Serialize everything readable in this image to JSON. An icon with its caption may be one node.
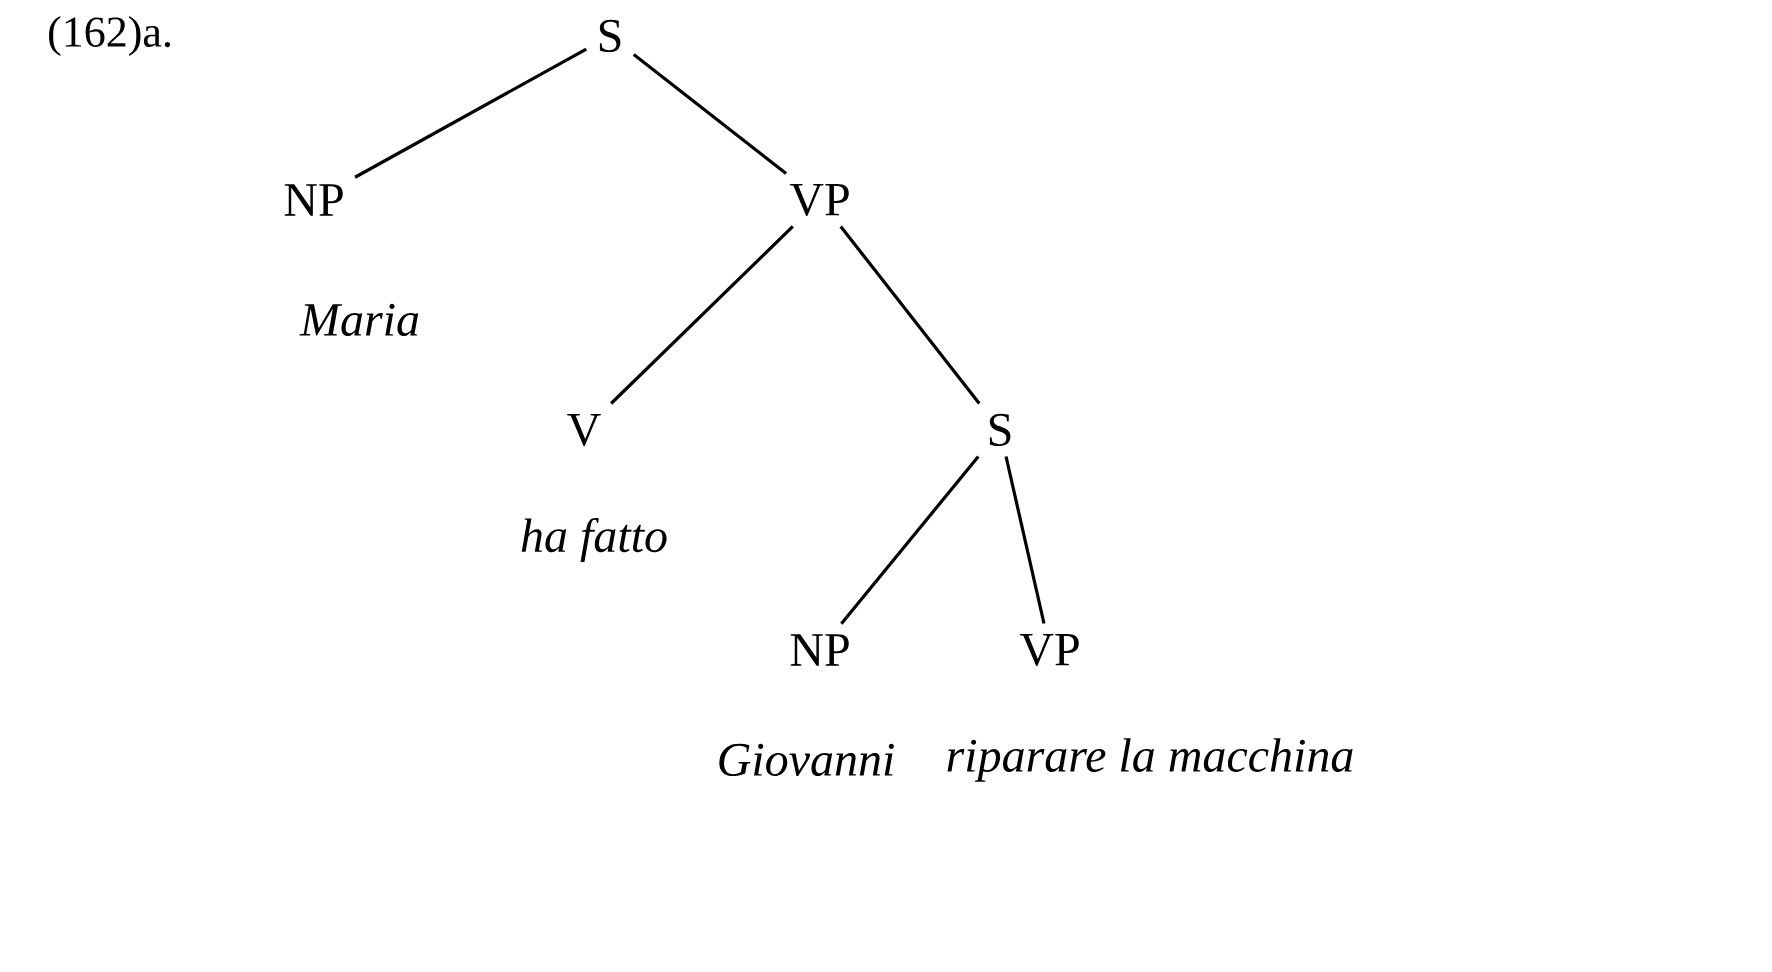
{
  "diagram": {
    "nodes": [
      {
        "text": [
          "S"
        ]
      },
      {
        "text": [
          "NP"
        ],
        "beside": [
          "Maria"
        ]
      },
      {
        "text": [
          "VP"
        ]
      },
      {
        "text": [
          "V"
        ],
        "beside": [
          "ha fatto"
        ]
      },
      {
        "text": [
          "S"
        ]
      },
      {
        "text": [
          "NP"
        ],
        "beside": [
          "Giovanni"
        ]
      },
      {
        "text": [
          "VP"
        ],
        "beside": [
          "riparare la macchina"
        ]
      }
    ],
    "edges": [
      {
        "from": 0,
        "to": 1,
        "arrow": "none"
      },
      {
        "from": 0,
        "to": 2,
        "arrow": "none"
      },
      {
        "from": 2,
        "to": 3,
        "arrow": "none"
      },
      {
        "from": 2,
        "to": 4,
        "arrow": "none"
      },
      {
        "from": 4,
        "to": 5,
        "arrow": "none"
      },
      {
        "from": 4,
        "to": 6,
        "arrow": "none"
      }
    ],
    "labels": [
      "(162)a."
    ]
  }
}
